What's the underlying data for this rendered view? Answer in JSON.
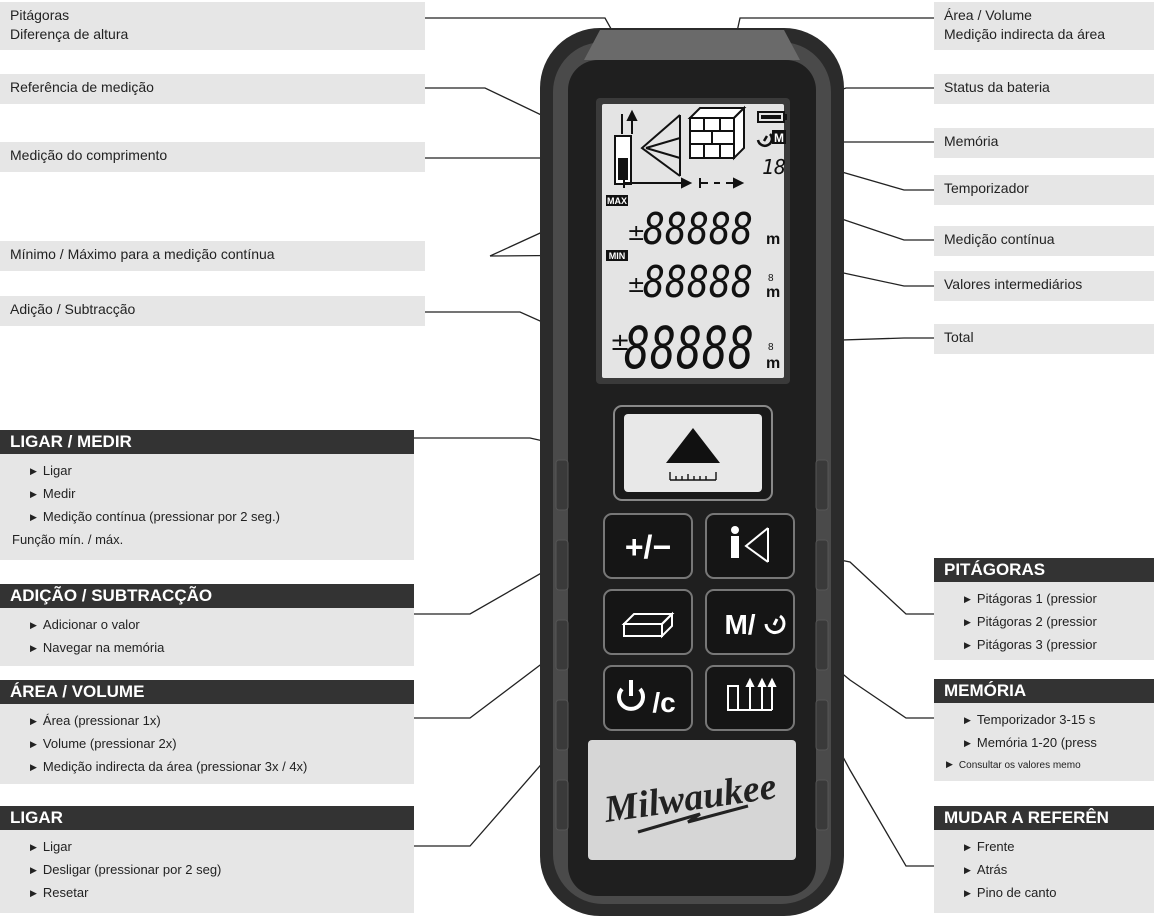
{
  "labels_left": [
    {
      "id": "pitagoras",
      "lines": [
        "Pitágoras",
        "Diferença de altura"
      ]
    },
    {
      "id": "referencia",
      "lines": [
        "Referência de medição"
      ]
    },
    {
      "id": "comprimento",
      "lines": [
        "Medição do comprimento"
      ]
    },
    {
      "id": "minmax",
      "lines": [
        "Mínimo / Máximo para a medição contínua"
      ]
    },
    {
      "id": "adicao",
      "lines": [
        "Adição / Subtracção"
      ]
    }
  ],
  "labels_right": [
    {
      "id": "area",
      "lines": [
        "Área / Volume",
        "Medição indirecta da área"
      ]
    },
    {
      "id": "bateria",
      "lines": [
        "Status da bateria"
      ]
    },
    {
      "id": "memoria",
      "lines": [
        "Memória"
      ]
    },
    {
      "id": "temporizador",
      "lines": [
        "Temporizador"
      ]
    },
    {
      "id": "continua",
      "lines": [
        "Medição contínua"
      ]
    },
    {
      "id": "intermediarios",
      "lines": [
        "Valores intermediários"
      ]
    },
    {
      "id": "total",
      "lines": [
        "Total"
      ]
    }
  ],
  "sections_left": [
    {
      "id": "ligar-medir",
      "title": "LIGAR / MEDIR",
      "items": [
        "Ligar",
        "Medir",
        "Medição contínua (pressionar por 2 seg.)"
      ],
      "extra": "Função mín. / máx."
    },
    {
      "id": "adicao-subtraccao",
      "title": "ADIÇÃO / SUBTRACÇÃO",
      "items": [
        "Adicionar o valor",
        "Navegar na memória"
      ]
    },
    {
      "id": "area-volume",
      "title": "ÁREA / VOLUME",
      "items": [
        "Área (pressionar 1x)",
        "Volume (pressionar 2x)",
        "Medição indirecta da área (pressionar 3x / 4x)"
      ]
    },
    {
      "id": "ligar",
      "title": "LIGAR",
      "items": [
        "Ligar",
        "Desligar (pressionar por 2 seg)",
        "Resetar"
      ]
    }
  ],
  "sections_right": [
    {
      "id": "pitagoras-sec",
      "title": "PITÁGORAS",
      "items": [
        "Pitágoras 1 (pressior",
        "Pitágoras 2 (pressior",
        "Pitágoras 3 (pressior"
      ]
    },
    {
      "id": "memoria-sec",
      "title": "MEMÓRIA",
      "items": [
        "Temporizador 3-15 s",
        "Memória 1-20 (press"
      ],
      "small": "Consultar os valores memo"
    },
    {
      "id": "referencia-sec",
      "title": "MUDAR A REFERÊN",
      "items": [
        "Frente",
        "Atrás",
        "Pino de canto"
      ]
    }
  ],
  "display": {
    "max_badge": "MAX",
    "min_badge": "MIN",
    "row1": "88888",
    "row2": "88888",
    "row3": "88888",
    "unit1": "m",
    "unit2": "m",
    "unit3": "m",
    "memory_digits": "18",
    "memory_badge": "M",
    "plusminus": "±"
  },
  "buttons": {
    "plus_minus": "+/−",
    "mem_timer": "M/",
    "power_clear": "/c"
  },
  "brand": "Milwaukee",
  "colors": {
    "body": "#2b2b2b",
    "frame": "#5a5a5a",
    "lcd": "#e4e4e4",
    "header": "#333333",
    "label_bg": "#e6e6e6"
  }
}
